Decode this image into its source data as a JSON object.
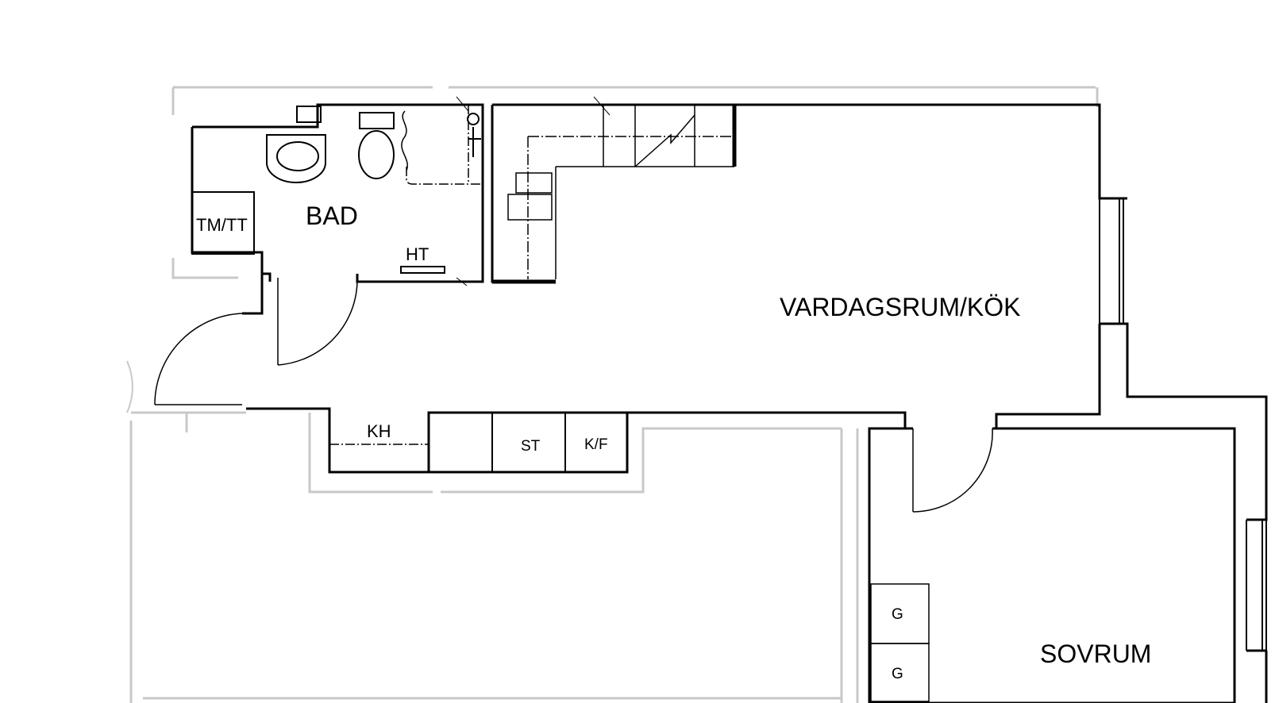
{
  "rooms": {
    "bad": "BAD",
    "vardagsrum_kok": "VARDAGSRUM/KÖK",
    "sovrum": "SOVRUM"
  },
  "fixtures": {
    "tm_tt": "TM/TT",
    "ht": "HT",
    "kh": "KH",
    "st": "ST",
    "kf": "K/F",
    "g1": "G",
    "g2": "G"
  },
  "colors": {
    "wall": "#000000",
    "neighbor_wall": "#c8c8c8",
    "background": "#ffffff"
  }
}
